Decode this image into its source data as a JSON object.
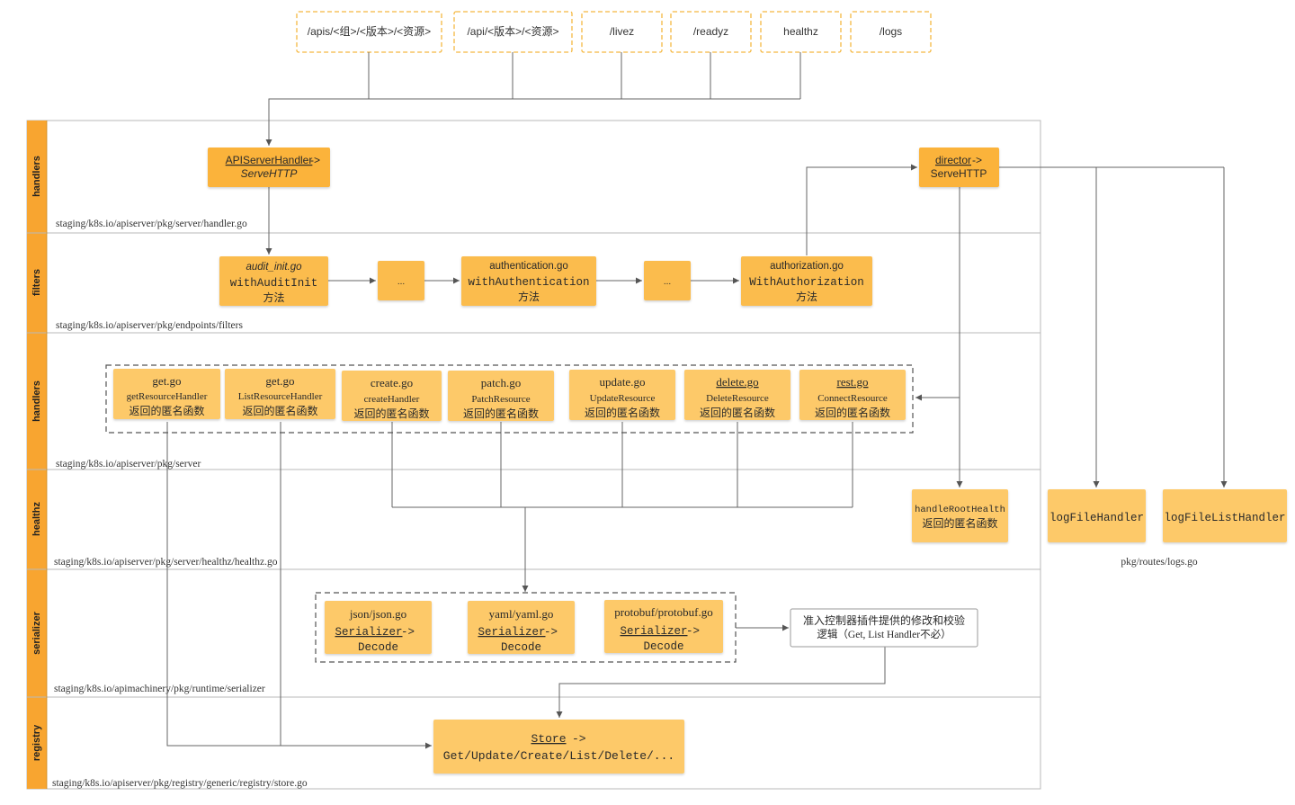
{
  "endpoints": [
    {
      "label": "/apis/<组>/<版本>/<资源>"
    },
    {
      "label": "/api/<版本>/<资源>"
    },
    {
      "label": "/livez"
    },
    {
      "label": "/readyz"
    },
    {
      "label": "healthz"
    },
    {
      "label": "/logs"
    }
  ],
  "lanes": [
    {
      "label": "handlers",
      "path": "staging/k8s.io/apiserver/pkg/server/handler.go"
    },
    {
      "label": "filters",
      "path": "staging/k8s.io/apiserver/pkg/endpoints/filters"
    },
    {
      "label": "handlers",
      "path": "staging/k8s.io/apiserver/pkg/server"
    },
    {
      "label": "healthz",
      "path": "staging/k8s.io/apiserver/pkg/server/healthz/healthz.go"
    },
    {
      "label": "serializer",
      "path": "staging/k8s.io/apimachinery/pkg/runtime/serializer"
    },
    {
      "label": "registry",
      "path": "staging/k8s.io/apiserver/pkg/registry/generic/registry/store.go"
    }
  ],
  "boxes": {
    "api_server_handler": {
      "line1": "APIServerHandler",
      "line1_suffix": " ->",
      "line2": "ServeHTTP"
    },
    "director": {
      "line1": "director",
      "line1_suffix": " ->",
      "line2": "ServeHTTP"
    },
    "audit_init": {
      "line1": "audit_init.go",
      "line2": "withAuditInit",
      "line3": "方法"
    },
    "ellipsis_1": {
      "text": "..."
    },
    "authentication": {
      "line1": "authentication.go",
      "line2": "withAuthentication",
      "line3": "方法"
    },
    "ellipsis_2": {
      "text": "..."
    },
    "authorization": {
      "line1": "authorization.go",
      "line2": "WithAuthorization",
      "line3": "方法"
    },
    "get_resource": {
      "line1": "get.go",
      "line2": "getResourceHandler",
      "line3": "返回的匿名函数"
    },
    "list_resource": {
      "line1": "get.go",
      "line2": "ListResourceHandler",
      "line3": "返回的匿名函数"
    },
    "create": {
      "line1": "create.go",
      "line2": "createHandler",
      "line3": "返回的匿名函数"
    },
    "patch": {
      "line1": "patch.go",
      "line2": "PatchResource",
      "line3": "返回的匿名函数"
    },
    "update": {
      "line1": "update.go",
      "line2": "UpdateResource",
      "line3": "返回的匿名函数"
    },
    "delete": {
      "line1": "delete.go",
      "line2": "DeleteResource",
      "line3": "返回的匿名函数"
    },
    "rest": {
      "line1": "rest.go",
      "line2": "ConnectResource",
      "line3": "返回的匿名函数"
    },
    "root_health": {
      "line1": "handleRootHealth",
      "line2": "返回的匿名函数"
    },
    "log_file": {
      "text": "logFileHandler"
    },
    "log_file_list": {
      "text": "logFileListHandler"
    },
    "json": {
      "line1": "json/json.go",
      "line2": "Serializer",
      "line2_suffix": " ->",
      "line3": "Decode"
    },
    "yaml": {
      "line1": "yaml/yaml.go",
      "line2": "Serializer",
      "line2_suffix": " ->",
      "line3": "Decode"
    },
    "protobuf": {
      "line1": "protobuf/protobuf.go",
      "line2": "Serializer",
      "line2_suffix": " ->",
      "line3": "Decode"
    },
    "admission": {
      "line1": "准入控制器插件提供的修改和校验",
      "line2": "逻辑（Get, List Handler不必）"
    },
    "store": {
      "line1": "Store",
      "line1_suffix": " ->",
      "line2": "Get/Update/Create/List/Delete/..."
    }
  },
  "logs_path": "pkg/routes/logs.go",
  "colors": {
    "box_fill": "#fbbc4d",
    "box_light": "#fdc969",
    "endpoint_border": "#f5b841",
    "lane_label_fill": "#f8a530",
    "line": "#666666"
  }
}
